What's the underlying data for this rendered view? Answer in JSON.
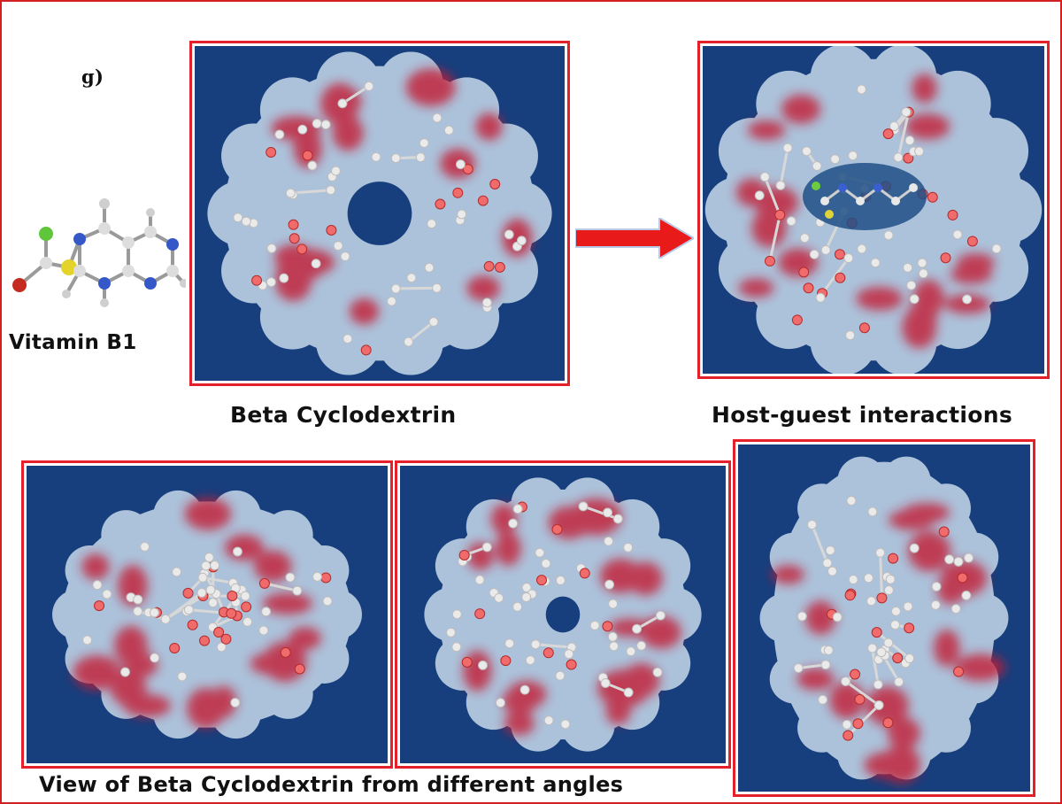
{
  "figure": {
    "panel_label": "g)",
    "vitamin_label": "Vitamin B1",
    "beta_cd_label": "Beta Cyclodextrin",
    "host_guest_label": "Host-guest interactions",
    "views_label": "View of Beta Cyclodextrin from different angles"
  },
  "colors": {
    "frame_border": "#e5202a",
    "panel_background": "#173f7d",
    "surface": "#b9cee2",
    "oxygen": "#c31f35",
    "carbon": "#eaeaea",
    "arrow": "#e91a1a"
  },
  "icons": {
    "arrow": "right-arrow-icon",
    "molecule": "ball-and-stick-molecule"
  }
}
